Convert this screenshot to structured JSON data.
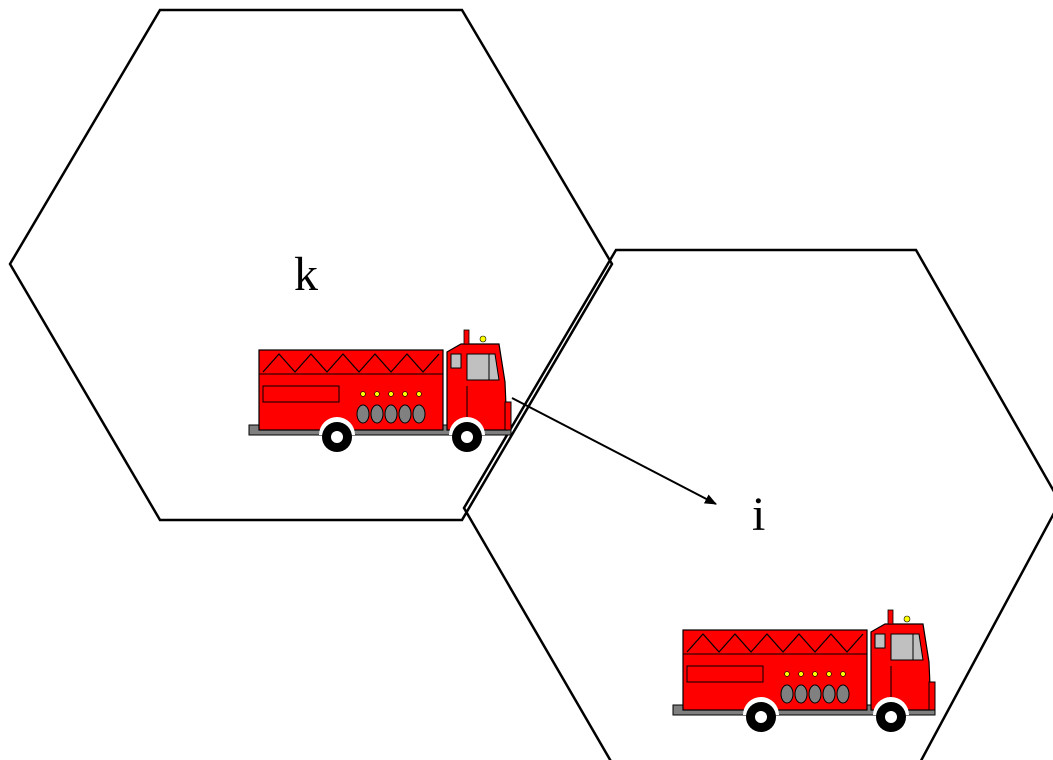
{
  "diagram": {
    "cells": [
      {
        "id": "cell-k",
        "label": "k"
      },
      {
        "id": "cell-i",
        "label": "i"
      }
    ],
    "arrow": {
      "from": "cell-k",
      "to": "cell-i"
    },
    "vehicles": [
      {
        "icon": "fire-truck-icon",
        "cell": "cell-k"
      },
      {
        "icon": "fire-truck-icon",
        "cell": "cell-i"
      }
    ],
    "colors": {
      "truck_body": "#ff0000",
      "outline": "#000000",
      "chassis": "#7f7f7f",
      "wheel": "#000000",
      "hub": "#ffffff",
      "hose_reel": "#808080",
      "light": "#ffff00",
      "window": "#c0c0c0"
    }
  }
}
